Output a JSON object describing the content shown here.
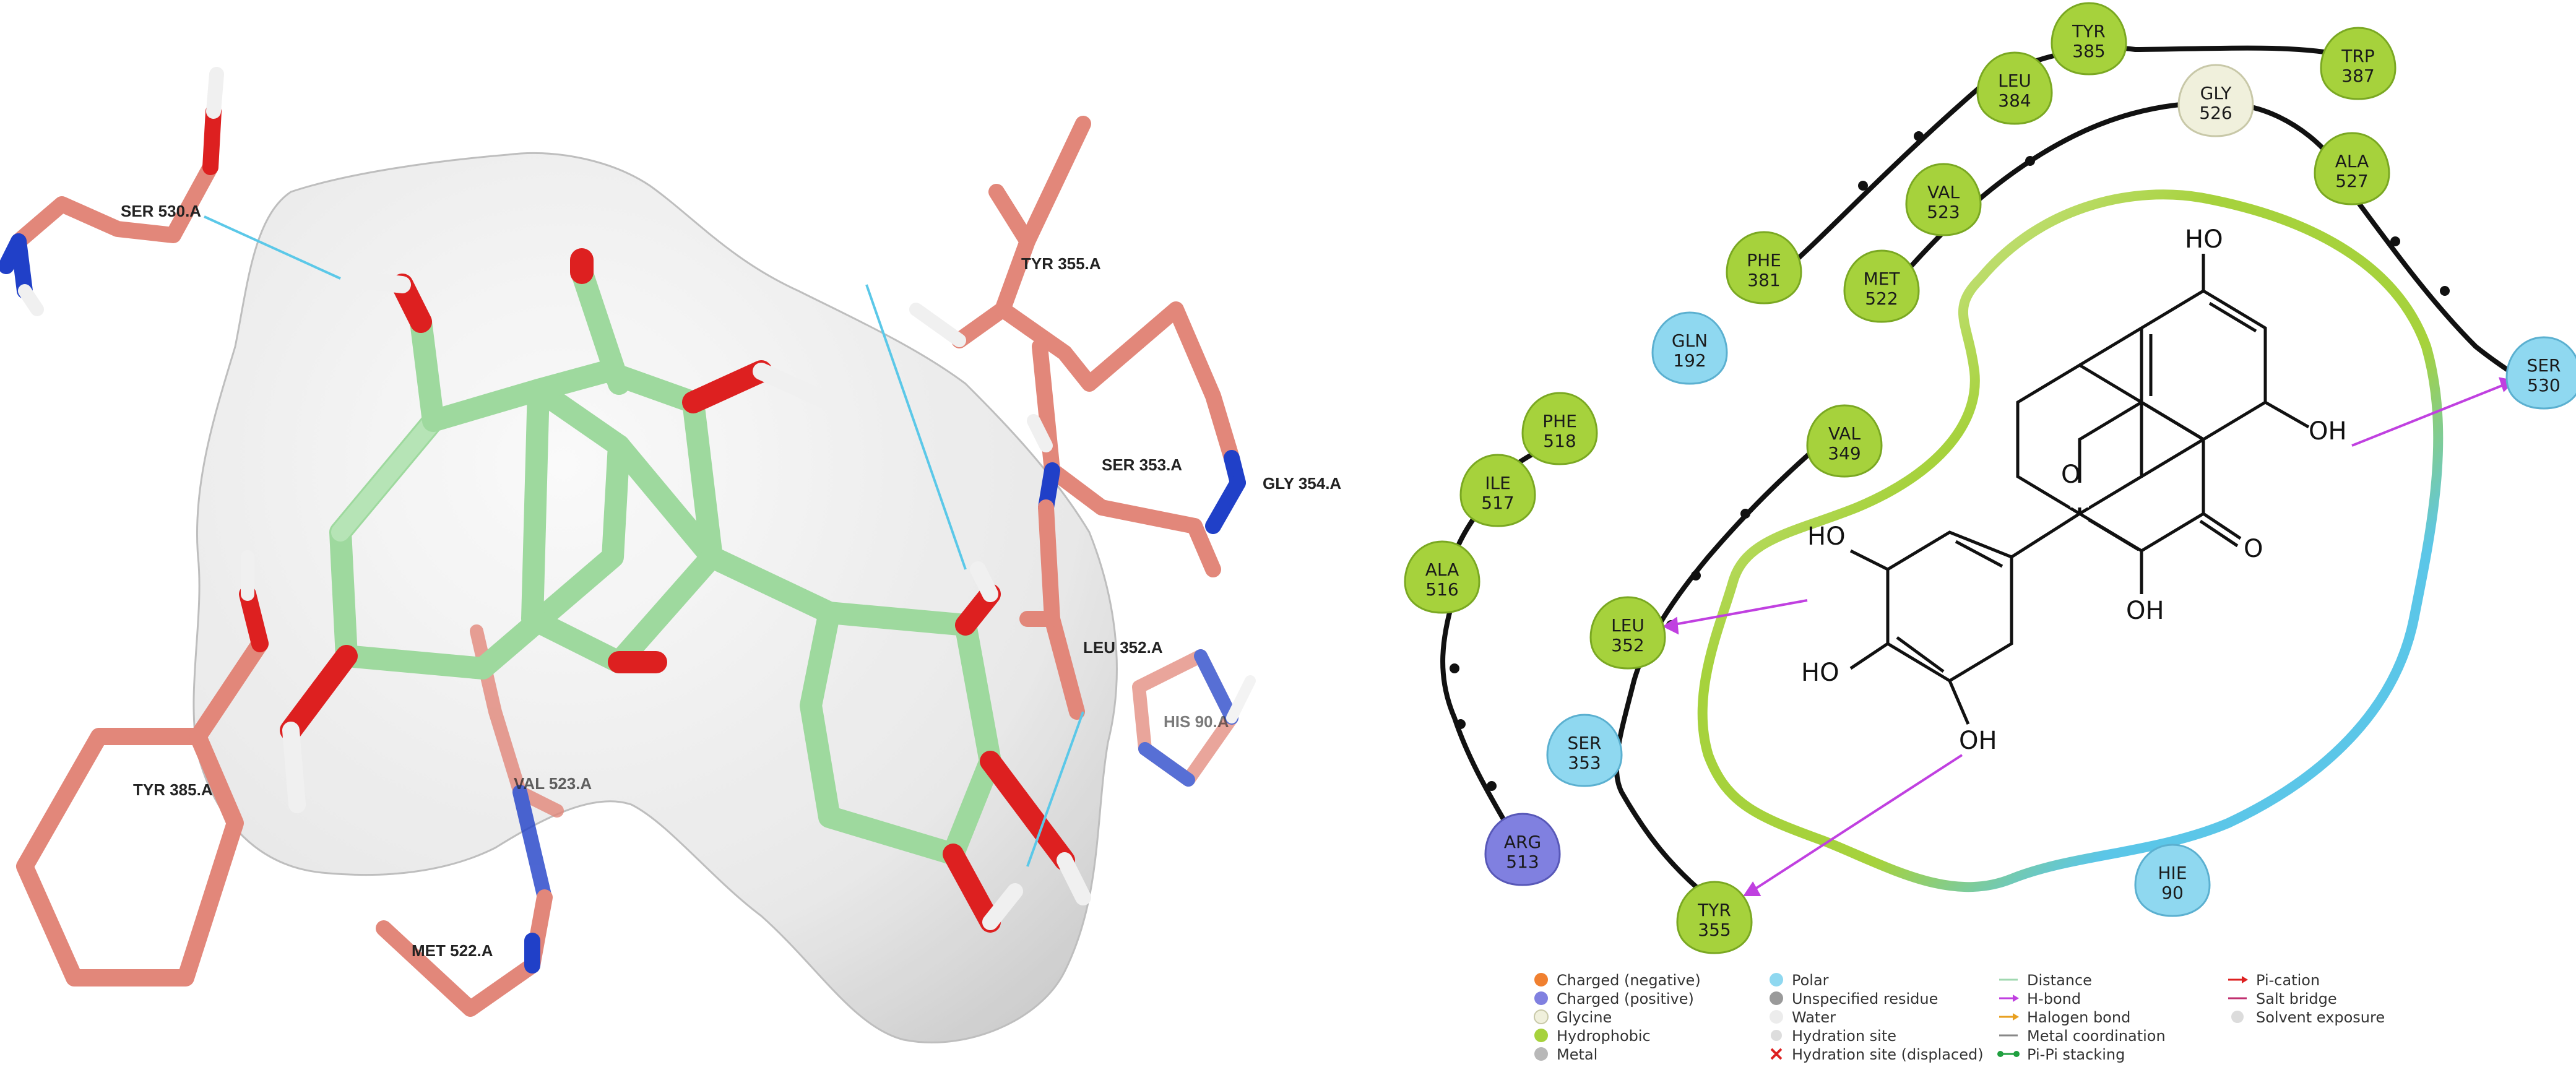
{
  "colors": {
    "ligand": "#9ed99e",
    "residue_carbon": "#e2877a",
    "oxygen": "#dd2020",
    "nitrogen": "#2040c8",
    "hydrogen": "#f0f0f0",
    "surface": "#dcdcdc",
    "hbond_3d": "#5bc8e8",
    "hydrophobic": "#a6d23c",
    "polar": "#8fd8f0",
    "charged_positive": "#8080e0",
    "glycine": "#f0f0dc",
    "hbond_2d": "#c040e0",
    "backbone": "#111111"
  },
  "labels_3d": [
    {
      "id": "ser530",
      "text": "SER 530.A"
    },
    {
      "id": "tyr355",
      "text": "TYR 355.A"
    },
    {
      "id": "ser353",
      "text": "SER 353.A"
    },
    {
      "id": "gly354",
      "text": "GLY 354.A"
    },
    {
      "id": "leu352",
      "text": "LEU 352.A"
    },
    {
      "id": "his90",
      "text": "HIS 90.A"
    },
    {
      "id": "tyr385",
      "text": "TYR 385.A"
    },
    {
      "id": "val523",
      "text": "VAL 523.A"
    },
    {
      "id": "met522",
      "text": "MET 522.A"
    }
  ],
  "residues_2d": [
    {
      "name": "TYR",
      "num": "385",
      "kind": "hydrophobic"
    },
    {
      "name": "TRP",
      "num": "387",
      "kind": "hydrophobic"
    },
    {
      "name": "LEU",
      "num": "384",
      "kind": "hydrophobic"
    },
    {
      "name": "GLY",
      "num": "526",
      "kind": "glycine"
    },
    {
      "name": "ALA",
      "num": "527",
      "kind": "hydrophobic"
    },
    {
      "name": "VAL",
      "num": "523",
      "kind": "hydrophobic"
    },
    {
      "name": "PHE",
      "num": "381",
      "kind": "hydrophobic"
    },
    {
      "name": "MET",
      "num": "522",
      "kind": "hydrophobic"
    },
    {
      "name": "GLN",
      "num": "192",
      "kind": "polar"
    },
    {
      "name": "SER",
      "num": "530",
      "kind": "polar"
    },
    {
      "name": "PHE",
      "num": "518",
      "kind": "hydrophobic"
    },
    {
      "name": "VAL",
      "num": "349",
      "kind": "hydrophobic"
    },
    {
      "name": "ILE",
      "num": "517",
      "kind": "hydrophobic"
    },
    {
      "name": "ALA",
      "num": "516",
      "kind": "hydrophobic"
    },
    {
      "name": "LEU",
      "num": "352",
      "kind": "hydrophobic"
    },
    {
      "name": "SER",
      "num": "353",
      "kind": "polar"
    },
    {
      "name": "ARG",
      "num": "513",
      "kind": "charged_positive"
    },
    {
      "name": "TYR",
      "num": "355",
      "kind": "hydrophobic"
    },
    {
      "name": "HIE",
      "num": "90",
      "kind": "polar"
    }
  ],
  "atoms_2d": {
    "ho_top": "HO",
    "oh_right": "OH",
    "ring_o": "O",
    "keto_o": "O",
    "oh_bottom": "OH",
    "ho_1": "HO",
    "ho_2": "HO",
    "oh_lower": "OH"
  },
  "legend": {
    "col1": [
      "Charged (negative)",
      "Charged (positive)",
      "Glycine",
      "Hydrophobic",
      "Metal"
    ],
    "col2": [
      "Polar",
      "Unspecified residue",
      "Water",
      "Hydration site",
      "Hydration site (displaced)"
    ],
    "col3": [
      "Distance",
      "H-bond",
      "Halogen bond",
      "Metal coordination",
      "Pi-Pi stacking"
    ],
    "col4": [
      "Pi-cation",
      "Salt bridge",
      "Solvent exposure"
    ]
  }
}
